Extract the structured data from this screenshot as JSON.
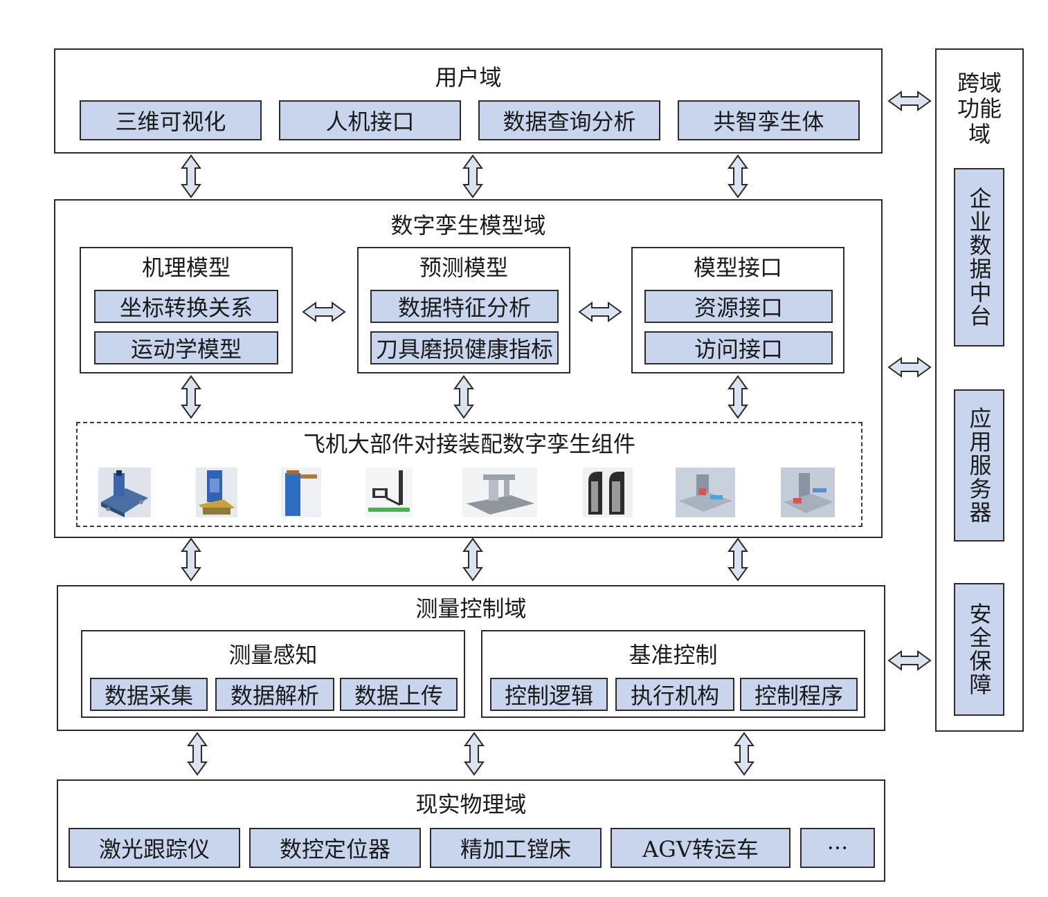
{
  "user_domain": {
    "title": "用户域",
    "items": [
      "三维可视化",
      "人机接口",
      "数据查询分析",
      "共智孪生体"
    ]
  },
  "model_domain": {
    "title": "数字孪生模型域",
    "mechanism": {
      "title": "机理模型",
      "items": [
        "坐标转换关系",
        "运动学模型"
      ]
    },
    "prediction": {
      "title": "预测模型",
      "items": [
        "数据特征分析",
        "刀具磨损健康指标"
      ]
    },
    "interface": {
      "title": "模型接口",
      "items": [
        "资源接口",
        "访问接口"
      ]
    },
    "components": {
      "title": "飞机大部件对接装配数字孪生组件",
      "thumbnails": [
        "positioner-machine-icon",
        "positioner-column-icon",
        "boring-column-icon",
        "laser-tracker-icon",
        "gantry-machine-icon",
        "agv-fixture-icon",
        "assembly-station-icon",
        "assembly-station-2-icon"
      ]
    }
  },
  "measure_domain": {
    "title": "测量控制域",
    "sensing": {
      "title": "测量感知",
      "items": [
        "数据采集",
        "数据解析",
        "数据上传"
      ]
    },
    "control": {
      "title": "基准控制",
      "items": [
        "控制逻辑",
        "执行机构",
        "控制程序"
      ]
    }
  },
  "physical_domain": {
    "title": "现实物理域",
    "items": [
      "激光跟踪仪",
      "数控定位器",
      "精加工镗床",
      "AGV转运车",
      "···"
    ]
  },
  "cross_domain": {
    "title": "跨域功能域",
    "items": [
      "企业数据中台",
      "应用服务器",
      "安全保障"
    ]
  },
  "colors": {
    "box_fill": "#c8d5ec",
    "stroke": "#2b2b2b"
  }
}
